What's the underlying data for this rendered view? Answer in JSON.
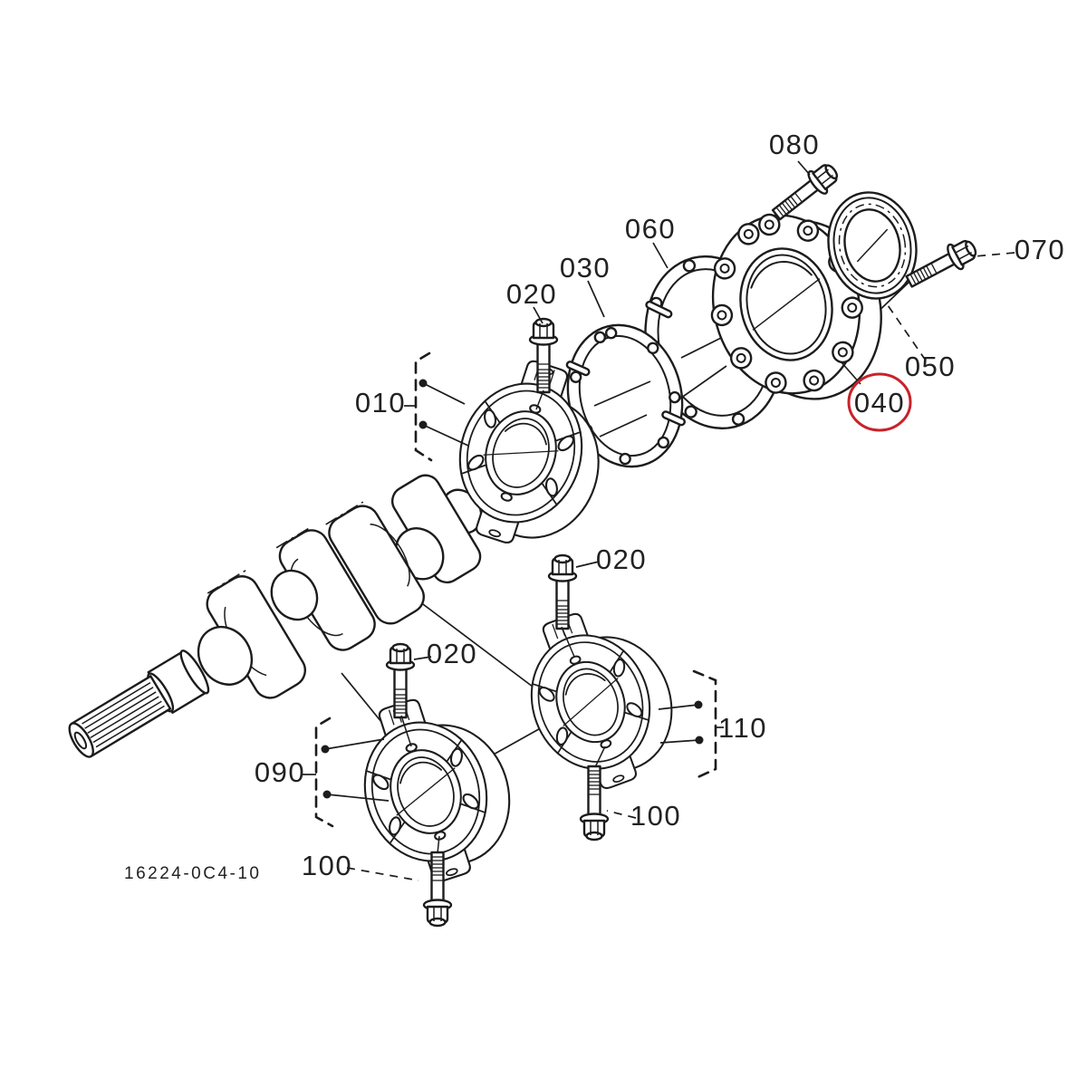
{
  "diagram": {
    "type": "exploded-parts-diagram",
    "drawing_code": "16224-0C4-10",
    "highlight_color": "#c8222a",
    "highlighted_callout": "040",
    "callouts": [
      {
        "ref": "080"
      },
      {
        "ref": "060"
      },
      {
        "ref": "030"
      },
      {
        "ref": "020"
      },
      {
        "ref": "070"
      },
      {
        "ref": "050"
      },
      {
        "ref": "040",
        "highlighted": true
      },
      {
        "ref": "010"
      },
      {
        "ref": "020"
      },
      {
        "ref": "020"
      },
      {
        "ref": "110"
      },
      {
        "ref": "090"
      },
      {
        "ref": "100"
      },
      {
        "ref": "100"
      }
    ]
  }
}
